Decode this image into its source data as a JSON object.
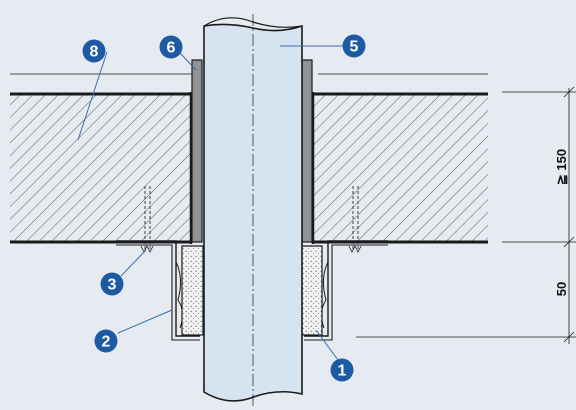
{
  "colors": {
    "background": "#e6eaf1",
    "badge": "#1e5aa3",
    "pipe": "#d6e3f0",
    "slab_fill": "#e6eaf1",
    "hatch": "#4a4a4a",
    "outline": "#1a1a1a",
    "sleeve": "#8f9296",
    "insulation": "#f2f2f2",
    "leader": "#3a6fb0"
  },
  "callouts": [
    {
      "id": "1",
      "label": "1"
    },
    {
      "id": "2",
      "label": "2"
    },
    {
      "id": "3",
      "label": "3"
    },
    {
      "id": "5",
      "label": "5"
    },
    {
      "id": "6",
      "label": "6"
    },
    {
      "id": "8",
      "label": "8"
    }
  ],
  "dimensions": {
    "upper": "≧ 150",
    "lower": "50"
  }
}
